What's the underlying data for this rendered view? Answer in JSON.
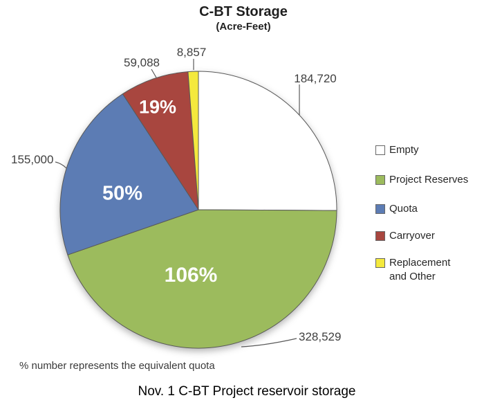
{
  "title": "C-BT Storage",
  "subtitle": "(Acre-Feet)",
  "footnote": "% number represents the equivalent quota",
  "caption": "Nov. 1 C-BT Project reservoir storage",
  "chart_data": {
    "type": "pie",
    "title": "C-BT Storage",
    "subtitle": "(Acre-Feet)",
    "units": "Acre-Feet",
    "start_angle_deg": 0,
    "direction": "clockwise",
    "stroke_color": "#595959",
    "legend_position": "right",
    "annotation": "% number represents the equivalent quota",
    "slices": [
      {
        "label": "Empty",
        "value": 184720,
        "value_label": "184,720",
        "pct_label": "",
        "color": "#ffffff"
      },
      {
        "label": "Project Reserves",
        "value": 328529,
        "value_label": "328,529",
        "pct_label": "106%",
        "color": "#9cbb5d"
      },
      {
        "label": "Quota",
        "value": 155000,
        "value_label": "155,000",
        "pct_label": "50%",
        "color": "#5c7cb4"
      },
      {
        "label": "Carryover",
        "value": 59088,
        "value_label": "59,088",
        "pct_label": "19%",
        "color": "#a8463f"
      },
      {
        "label": "Replacement and Other",
        "value": 8857,
        "value_label": "8,857",
        "pct_label": "",
        "color": "#f4e93d"
      }
    ]
  }
}
